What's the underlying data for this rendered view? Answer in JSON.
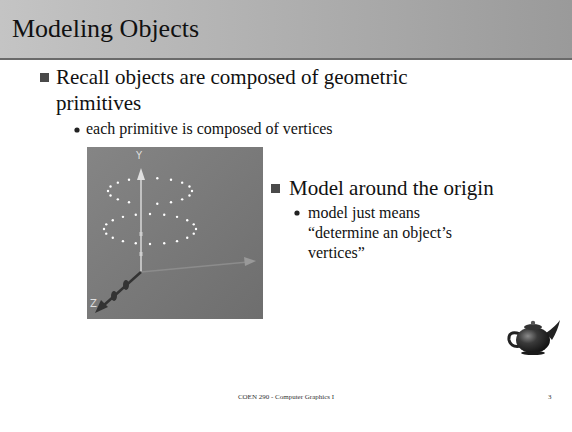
{
  "diagram": {
    "title": "Modeling Objects",
    "labels": [
      "Recall objects are composed of geometric primitives",
      "each primitive is composed of vertices",
      "Y",
      "Z",
      "Model around the origin",
      "model just means “determine an object’s vertices”",
      "COEN 290 - Computer Graphics I",
      "3"
    ]
  }
}
